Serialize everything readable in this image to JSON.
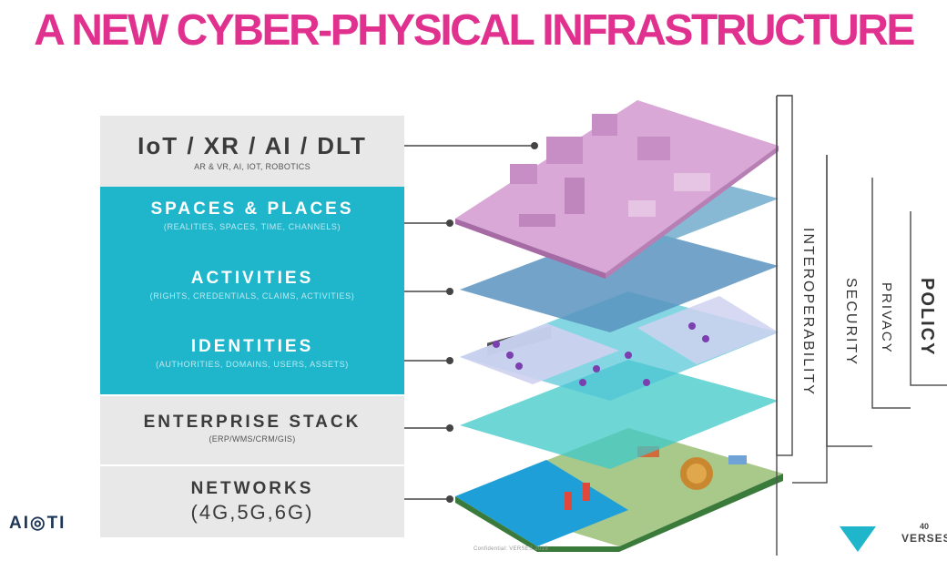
{
  "title": "A NEW CYBER-PHYSICAL INFRASTRUCTURE",
  "layers": [
    {
      "title": "IoT / XR / AI / DLT",
      "subtitle": "AR & VR, AI, IOT, ROBOTICS"
    },
    {
      "title": "SPACES & PLACES",
      "subtitle": "(REALITIES, SPACES, TIME, CHANNELS)"
    },
    {
      "title": "ACTIVITIES",
      "subtitle": "(RIGHTS, CREDENTIALS, CLAIMS, ACTIVITIES)"
    },
    {
      "title": "IDENTITIES",
      "subtitle": "(AUTHORITIES, DOMAINS, USERS, ASSETS)"
    },
    {
      "title": "ENTERPRISE STACK",
      "subtitle": "(ERP/WMS/CRM/GIS)"
    },
    {
      "title": "NETWORKS",
      "subtitle": "(4G,5G,6G)"
    }
  ],
  "governance": [
    "INTEROPERABILITY",
    "SECURITY",
    "PRIVACY",
    "POLICY"
  ],
  "brands": {
    "left": "AI◎TI",
    "right_word": "VERSES",
    "right_number": "40"
  },
  "footnote": "Confidential: VERSES 2019",
  "colors": {
    "title": "#e0318f",
    "teal": "#1fb6cc",
    "gray": "#e8e8e8"
  }
}
